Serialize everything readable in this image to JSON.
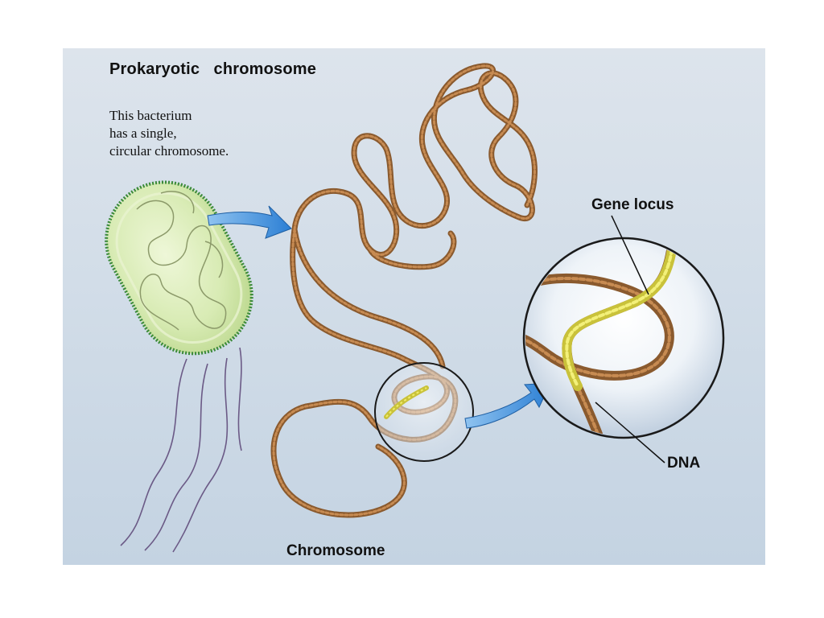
{
  "diagram": {
    "title": "Prokaryotic   chromosome",
    "description_lines": [
      "This bacterium",
      "has a single,",
      "circular chromosome."
    ],
    "labels": {
      "gene_locus": "Gene locus",
      "dna": "DNA",
      "chromosome": "Chromosome"
    }
  },
  "colors": {
    "background_panel": "#d2dde8",
    "dna_strand": "#b87a44",
    "gene_strand": "#e4e43a",
    "arrow": "#3f8fd8",
    "bacterium_body": "#d7ebb3",
    "bacterium_outline": "#3b8a3a"
  }
}
